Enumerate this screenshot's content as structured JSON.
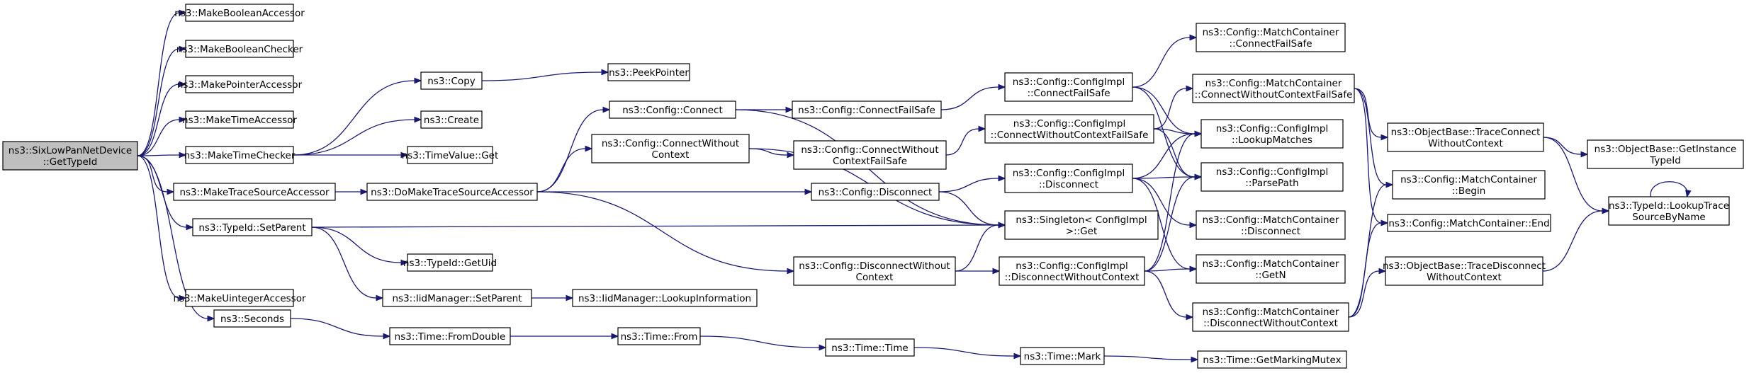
{
  "diagram": {
    "colors": {
      "edge": "#191970",
      "node_border": "#000000",
      "root_fill": "#bfbfbf",
      "node_fill": "#ffffff"
    },
    "nodes": [
      {
        "id": "n0",
        "lines": [
          "ns3::SixLowPanNetDevice",
          "::GetTypeId"
        ],
        "root": true
      },
      {
        "id": "n1",
        "lines": [
          "ns3::MakeBooleanAccessor"
        ]
      },
      {
        "id": "n2",
        "lines": [
          "ns3::MakeBooleanChecker"
        ]
      },
      {
        "id": "n3",
        "lines": [
          "ns3::MakePointerAccessor"
        ]
      },
      {
        "id": "n4",
        "lines": [
          "ns3::MakeTimeAccessor"
        ]
      },
      {
        "id": "n5",
        "lines": [
          "ns3::MakeTimeChecker"
        ]
      },
      {
        "id": "n6",
        "lines": [
          "ns3::MakeTraceSourceAccessor"
        ]
      },
      {
        "id": "n7",
        "lines": [
          "ns3::TypeId::SetParent"
        ]
      },
      {
        "id": "n8",
        "lines": [
          "ns3::MakeUintegerAccessor"
        ]
      },
      {
        "id": "n9",
        "lines": [
          "ns3::Seconds"
        ]
      },
      {
        "id": "n10",
        "lines": [
          "ns3::Copy"
        ]
      },
      {
        "id": "n11",
        "lines": [
          "ns3::Create"
        ]
      },
      {
        "id": "n12",
        "lines": [
          "ns3::TimeValue::Get"
        ]
      },
      {
        "id": "n13",
        "lines": [
          "ns3::PeekPointer"
        ]
      },
      {
        "id": "n14",
        "lines": [
          "ns3::DoMakeTraceSourceAccessor"
        ]
      },
      {
        "id": "n15",
        "lines": [
          "ns3::Config::Connect"
        ]
      },
      {
        "id": "n16",
        "lines": [
          "ns3::Config::ConnectWithout",
          "Context"
        ]
      },
      {
        "id": "n17",
        "lines": [
          "ns3::Config::Disconnect"
        ]
      },
      {
        "id": "n18",
        "lines": [
          "ns3::Config::DisconnectWithout",
          "Context"
        ]
      },
      {
        "id": "n19",
        "lines": [
          "ns3::TypeId::GetUid"
        ]
      },
      {
        "id": "n20",
        "lines": [
          "ns3::IidManager::SetParent"
        ]
      },
      {
        "id": "n21",
        "lines": [
          "ns3::IidManager::LookupInformation"
        ]
      },
      {
        "id": "n22",
        "lines": [
          "ns3::Time::FromDouble"
        ]
      },
      {
        "id": "n23",
        "lines": [
          "ns3::Time::From"
        ]
      },
      {
        "id": "n24",
        "lines": [
          "ns3::Time::Time"
        ]
      },
      {
        "id": "n25",
        "lines": [
          "ns3::Time::Mark"
        ]
      },
      {
        "id": "n26",
        "lines": [
          "ns3::Time::GetMarkingMutex"
        ]
      },
      {
        "id": "n27",
        "lines": [
          "ns3::Config::ConnectFailSafe"
        ]
      },
      {
        "id": "n28",
        "lines": [
          "ns3::Config::ConnectWithout",
          "ContextFailSafe"
        ]
      },
      {
        "id": "n29",
        "lines": [
          "ns3::Singleton< ConfigImpl",
          " >::Get"
        ]
      },
      {
        "id": "n30",
        "lines": [
          "ns3::Config::ConfigImpl",
          "::ConnectFailSafe"
        ]
      },
      {
        "id": "n31",
        "lines": [
          "ns3::Config::ConfigImpl",
          "::ConnectWithoutContextFailSafe"
        ]
      },
      {
        "id": "n32",
        "lines": [
          "ns3::Config::ConfigImpl",
          "::Disconnect"
        ]
      },
      {
        "id": "n33",
        "lines": [
          "ns3::Config::ConfigImpl",
          "::DisconnectWithoutContext"
        ]
      },
      {
        "id": "n34",
        "lines": [
          "ns3::Config::MatchContainer",
          "::ConnectFailSafe"
        ]
      },
      {
        "id": "n35",
        "lines": [
          "ns3::Config::MatchContainer",
          "::ConnectWithoutContextFailSafe"
        ]
      },
      {
        "id": "n36",
        "lines": [
          "ns3::Config::ConfigImpl",
          "::LookupMatches"
        ]
      },
      {
        "id": "n37",
        "lines": [
          "ns3::Config::ConfigImpl",
          "::ParsePath"
        ]
      },
      {
        "id": "n38",
        "lines": [
          "ns3::Config::MatchContainer",
          "::Disconnect"
        ]
      },
      {
        "id": "n39",
        "lines": [
          "ns3::Config::MatchContainer",
          "::GetN"
        ]
      },
      {
        "id": "n40",
        "lines": [
          "ns3::Config::MatchContainer",
          "::DisconnectWithoutContext"
        ]
      },
      {
        "id": "n41",
        "lines": [
          "ns3::ObjectBase::TraceConnect",
          "WithoutContext"
        ]
      },
      {
        "id": "n42",
        "lines": [
          "ns3::Config::MatchContainer",
          "::Begin"
        ]
      },
      {
        "id": "n43",
        "lines": [
          "ns3::Config::MatchContainer::End"
        ]
      },
      {
        "id": "n44",
        "lines": [
          "ns3::ObjectBase::TraceDisconnect",
          "WithoutContext"
        ]
      },
      {
        "id": "n45",
        "lines": [
          "ns3::ObjectBase::GetInstance",
          "TypeId"
        ]
      },
      {
        "id": "n46",
        "lines": [
          "ns3::TypeId::LookupTrace",
          "SourceByName"
        ]
      }
    ],
    "edges": [
      [
        "n0",
        "n1"
      ],
      [
        "n0",
        "n2"
      ],
      [
        "n0",
        "n3"
      ],
      [
        "n0",
        "n4"
      ],
      [
        "n0",
        "n5"
      ],
      [
        "n0",
        "n6"
      ],
      [
        "n0",
        "n7"
      ],
      [
        "n0",
        "n8"
      ],
      [
        "n0",
        "n9"
      ],
      [
        "n5",
        "n10"
      ],
      [
        "n5",
        "n11"
      ],
      [
        "n5",
        "n12"
      ],
      [
        "n10",
        "n13"
      ],
      [
        "n6",
        "n14"
      ],
      [
        "n14",
        "n15"
      ],
      [
        "n14",
        "n16"
      ],
      [
        "n14",
        "n17"
      ],
      [
        "n14",
        "n18"
      ],
      [
        "n7",
        "n19"
      ],
      [
        "n7",
        "n20"
      ],
      [
        "n7",
        "n29"
      ],
      [
        "n20",
        "n21"
      ],
      [
        "n9",
        "n22"
      ],
      [
        "n22",
        "n23"
      ],
      [
        "n23",
        "n24"
      ],
      [
        "n24",
        "n25"
      ],
      [
        "n25",
        "n26"
      ],
      [
        "n15",
        "n27"
      ],
      [
        "n15",
        "n29"
      ],
      [
        "n16",
        "n28"
      ],
      [
        "n16",
        "n29"
      ],
      [
        "n17",
        "n32"
      ],
      [
        "n17",
        "n29"
      ],
      [
        "n18",
        "n33"
      ],
      [
        "n18",
        "n29"
      ],
      [
        "n27",
        "n30"
      ],
      [
        "n28",
        "n31"
      ],
      [
        "n30",
        "n34"
      ],
      [
        "n30",
        "n36"
      ],
      [
        "n30",
        "n37"
      ],
      [
        "n31",
        "n35"
      ],
      [
        "n31",
        "n36"
      ],
      [
        "n31",
        "n37"
      ],
      [
        "n32",
        "n38"
      ],
      [
        "n32",
        "n39"
      ],
      [
        "n32",
        "n36"
      ],
      [
        "n32",
        "n37"
      ],
      [
        "n33",
        "n40"
      ],
      [
        "n33",
        "n39"
      ],
      [
        "n33",
        "n36"
      ],
      [
        "n33",
        "n37"
      ],
      [
        "n35",
        "n41"
      ],
      [
        "n35",
        "n42"
      ],
      [
        "n35",
        "n43"
      ],
      [
        "n40",
        "n44"
      ],
      [
        "n40",
        "n42"
      ],
      [
        "n40",
        "n43"
      ],
      [
        "n41",
        "n45"
      ],
      [
        "n41",
        "n46"
      ],
      [
        "n44",
        "n46"
      ],
      [
        "n46",
        "n46"
      ]
    ]
  }
}
